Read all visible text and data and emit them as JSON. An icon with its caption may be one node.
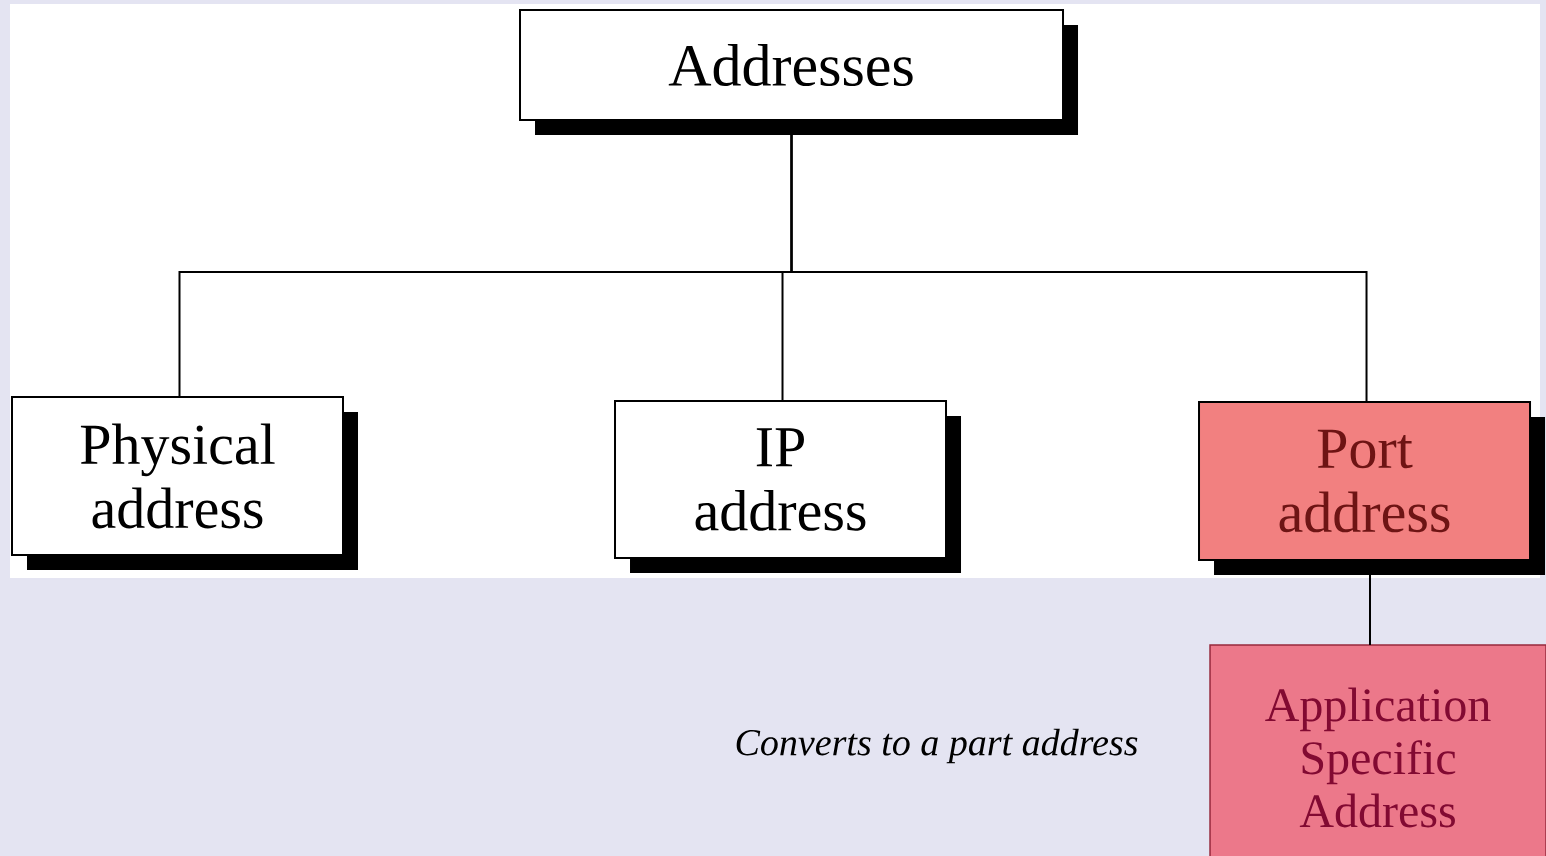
{
  "diagram": {
    "nodes": [
      {
        "text": [
          "Addresses"
        ]
      },
      {
        "text": [
          "Physical address"
        ]
      },
      {
        "text": [
          "IP address"
        ]
      },
      {
        "text": [
          "Port address"
        ]
      },
      {
        "text": [
          "Application Specific Address"
        ]
      }
    ],
    "edges": [
      {
        "from": 0,
        "to": 1,
        "arrow": "none"
      },
      {
        "from": 0,
        "to": 2,
        "arrow": "none"
      },
      {
        "from": 0,
        "to": 3,
        "arrow": "none"
      },
      {
        "from": 3,
        "to": 4,
        "arrow": "none"
      }
    ],
    "labels": [
      "Converts to a part address"
    ]
  }
}
